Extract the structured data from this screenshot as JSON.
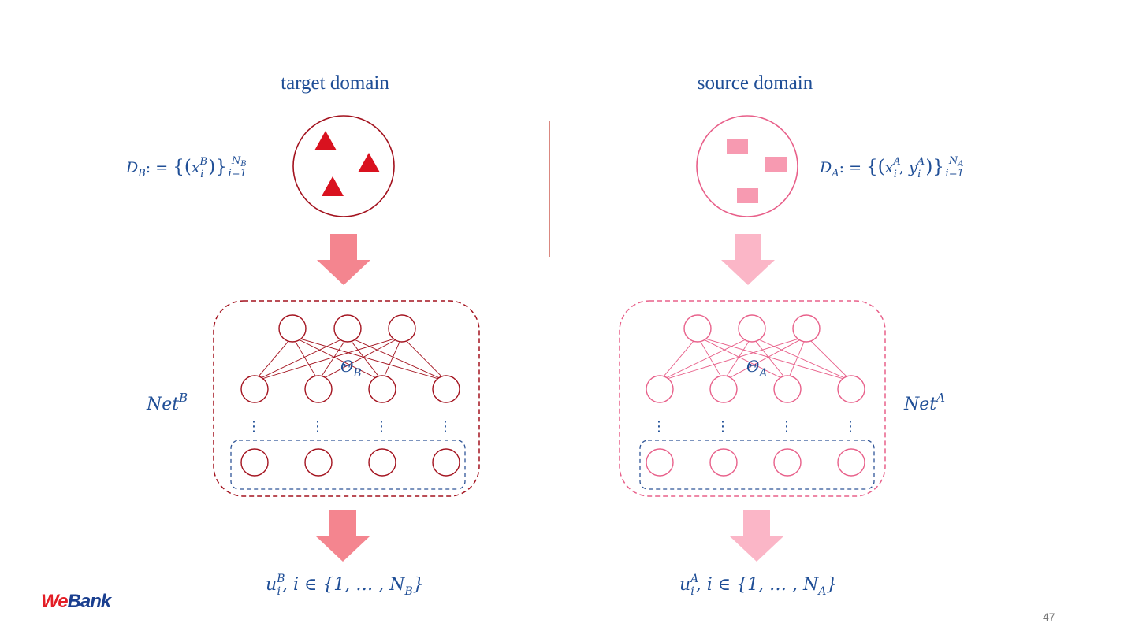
{
  "slide": {
    "page_number": "47",
    "logo": {
      "part1": "We",
      "part2": "Bank"
    }
  },
  "colors": {
    "title_text": "#1f4e96",
    "target_dark": "#a3121e",
    "target_fill": "#d9121f",
    "target_arrow": "#f4858f",
    "source_line": "#e8608a",
    "source_fill": "#f79ab1",
    "source_arrow": "#fbb6c7",
    "input_box": "#2f5597"
  },
  "target": {
    "title": "target domain",
    "dataset": {
      "name": "D",
      "sub": "B",
      "assign": ": = ",
      "open": "{(",
      "var": "x",
      "var_sup": "B",
      "var_sub": "i",
      "close": ")}",
      "upper": "N",
      "upper_sub": "B",
      "lower": "i=1"
    },
    "params": {
      "name": "Θ",
      "sub": "B"
    },
    "net": {
      "name": "Net",
      "sup": "B"
    },
    "output": {
      "var": "u",
      "sup": "B",
      "sub": "i",
      "rest": ", i ∈ {1, … , N",
      "rest_sub": "B",
      "close": "}"
    },
    "sample_shape": "triangle",
    "sample_count": 3
  },
  "source": {
    "title": "source domain",
    "dataset": {
      "name": "D",
      "sub": "A",
      "assign": ": = ",
      "open": "{(",
      "var": "x",
      "var_sup": "A",
      "var_sub": "i",
      "mid": ", ",
      "var2": "y",
      "var2_sup": "A",
      "var2_sub": "i",
      "close": ")}",
      "upper": "N",
      "upper_sub": "A",
      "lower": "i=1"
    },
    "params": {
      "name": "Θ",
      "sub": "A"
    },
    "net": {
      "name": "Net",
      "sup": "A"
    },
    "output": {
      "var": "u",
      "sup": "A",
      "sub": "i",
      "rest": ", i ∈ {1, … , N",
      "rest_sub": "A",
      "close": "}"
    },
    "sample_shape": "rectangle",
    "sample_count": 3
  },
  "network": {
    "top_nodes": 3,
    "hidden_nodes": 4,
    "input_nodes": 4,
    "ellipsis": "⋮"
  }
}
